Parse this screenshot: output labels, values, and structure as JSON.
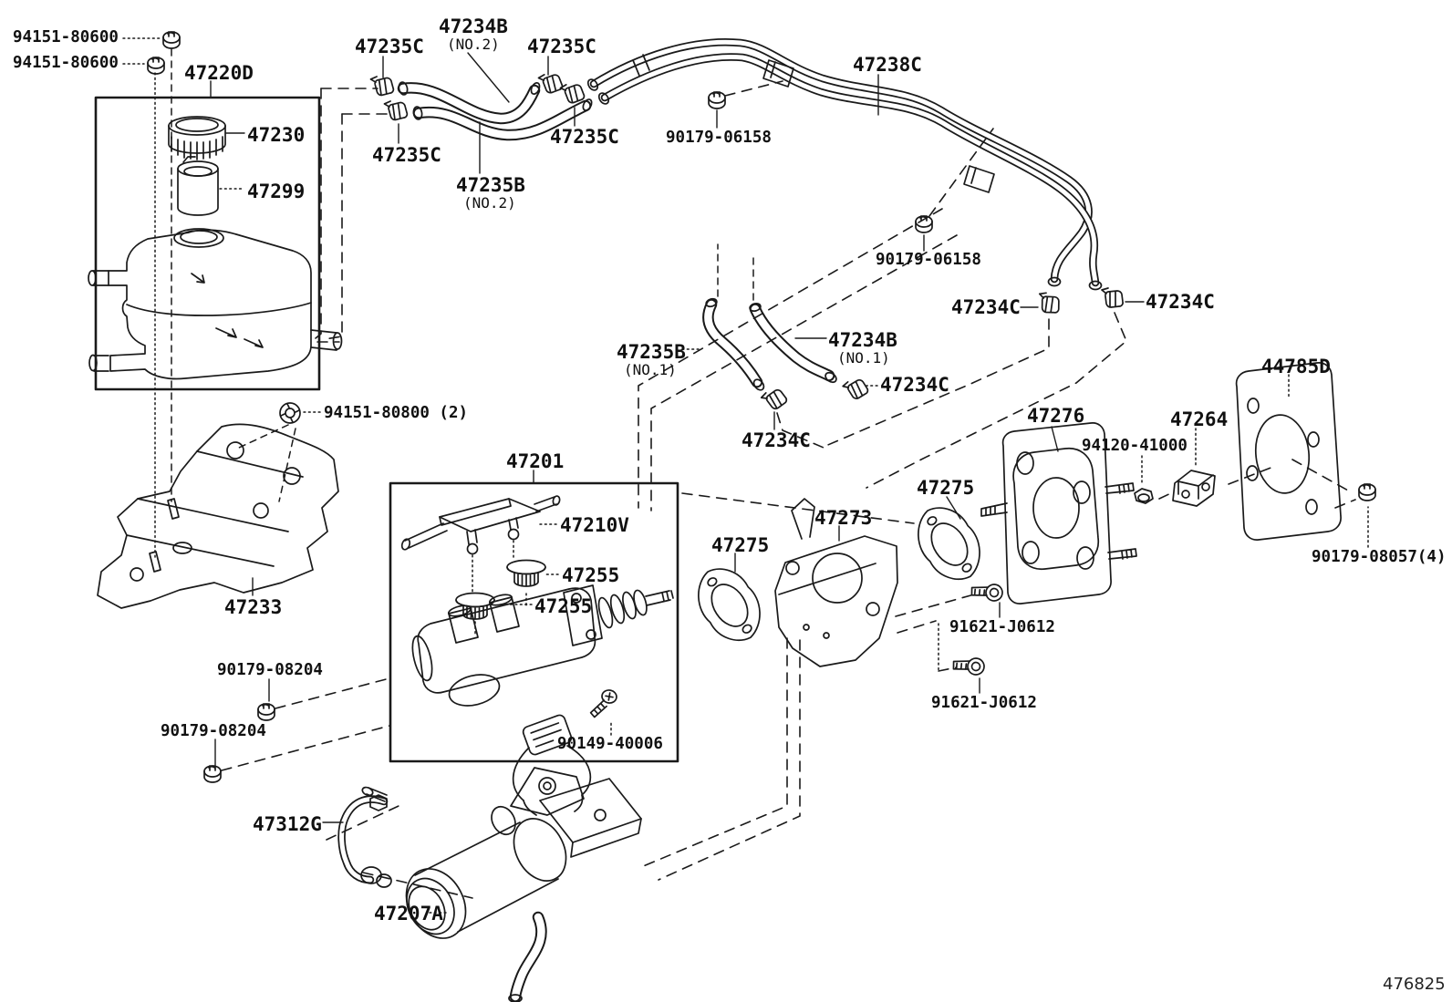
{
  "colors": {
    "ink": "#1a1a1a",
    "background": "#ffffff"
  },
  "footer": {
    "code": "476825"
  },
  "labels": {
    "n94151_80600_a": "94151-80600",
    "n94151_80600_b": "94151-80600",
    "n47220d": "47220D",
    "n47230": "47230",
    "n47299": "47299",
    "n47235c_1": "47235C",
    "n47234b_no2": "47234B",
    "n47234b_no2_sub": "(NO.2)",
    "n47235c_2": "47235C",
    "n47238c": "47238C",
    "n47235c_3": "47235C",
    "n47235c_4": "47235C",
    "n90179_06158_a": "90179-06158",
    "n47235b_no2": "47235B",
    "n47235b_no2_sub": "(NO.2)",
    "n90179_06158_b": "90179-06158",
    "n47234c_1": "47234C",
    "n47234c_2": "47234C",
    "n47235b_no1": "47235B",
    "n47235b_no1_sub": "(NO.1)",
    "n47234b_no1": "47234B",
    "n47234b_no1_sub": "(NO.1)",
    "n47234c_3": "47234C",
    "n44785d": "44785D",
    "n47234c_4": "47234C",
    "n47276": "47276",
    "n47264": "47264",
    "n94120_41000": "94120-41000",
    "n47275_r": "47275",
    "n94151_80800": "94151-80800 (2)",
    "n47201": "47201",
    "n47210v": "47210V",
    "n47255_a": "47255",
    "n47273": "47273",
    "n47275_l": "47275",
    "n47255_b": "47255",
    "n90179_08057": "90179-08057(4)",
    "n47233": "47233",
    "n91621_j0612_a": "91621-J0612",
    "n90179_08204_a": "90179-08204",
    "n91621_j0612_b": "91621-J0612",
    "n90179_08204_b": "90179-08204",
    "n90149_40006": "90149-40006",
    "n47312g": "47312G",
    "n47207a": "47207A"
  }
}
